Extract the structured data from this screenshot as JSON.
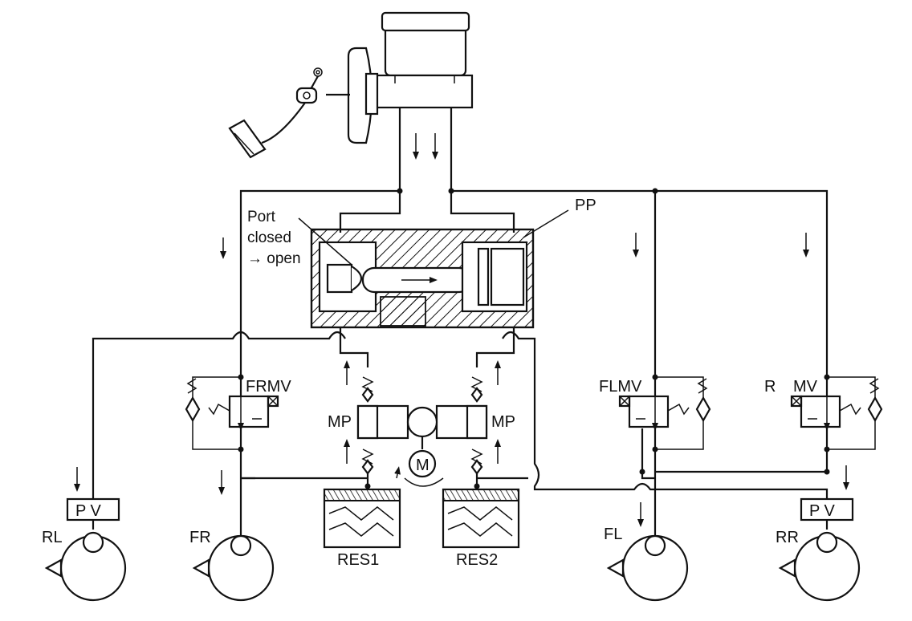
{
  "diagram": {
    "labels": {
      "pp": "PP",
      "port_line1": "Port",
      "port_line2": "closed",
      "port_line3": "→ open",
      "frmv": "FRMV",
      "flmv": "FLMV",
      "rmv_r": "R",
      "rmv_mv": "MV",
      "mp_left": "MP",
      "mp_right": "MP",
      "motor": "M",
      "res1": "RES1",
      "res2": "RES2",
      "rl": "RL",
      "fr": "FR",
      "fl": "FL",
      "rr": "RR",
      "pv_left": "P V",
      "pv_right": "P V"
    }
  }
}
